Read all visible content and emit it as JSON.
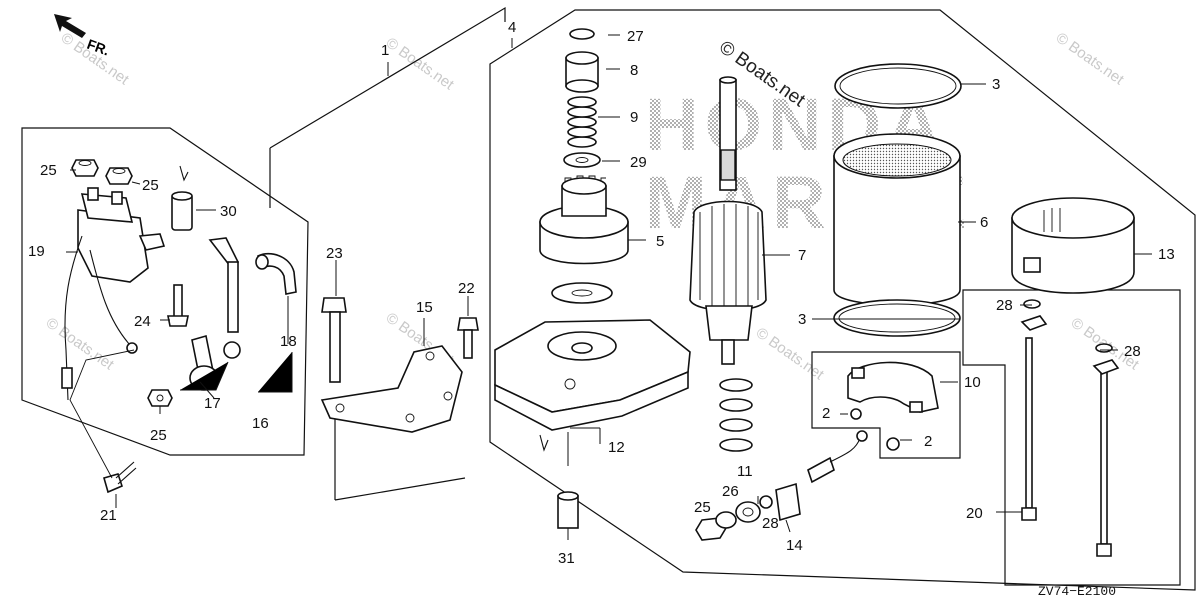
{
  "diagram": {
    "front_indicator": "FR.",
    "drawing_code": "ZV74−E2100",
    "brand_background": [
      "HONDA",
      "MARINE"
    ],
    "watermark": "© Boats.net",
    "watermark_small": "© Boats.net"
  },
  "callouts": [
    {
      "id": "c1",
      "text": "1"
    },
    {
      "id": "c2a",
      "text": "2"
    },
    {
      "id": "c2b",
      "text": "2"
    },
    {
      "id": "c3a",
      "text": "3"
    },
    {
      "id": "c3b",
      "text": "3"
    },
    {
      "id": "c4",
      "text": "4"
    },
    {
      "id": "c5",
      "text": "5"
    },
    {
      "id": "c6",
      "text": "6"
    },
    {
      "id": "c7",
      "text": "7"
    },
    {
      "id": "c8",
      "text": "8"
    },
    {
      "id": "c9",
      "text": "9"
    },
    {
      "id": "c10",
      "text": "10"
    },
    {
      "id": "c11",
      "text": "11"
    },
    {
      "id": "c12",
      "text": "12"
    },
    {
      "id": "c13",
      "text": "13"
    },
    {
      "id": "c14",
      "text": "14"
    },
    {
      "id": "c15",
      "text": "15"
    },
    {
      "id": "c16",
      "text": "16"
    },
    {
      "id": "c17",
      "text": "17"
    },
    {
      "id": "c18",
      "text": "18"
    },
    {
      "id": "c19",
      "text": "19"
    },
    {
      "id": "c20",
      "text": "20"
    },
    {
      "id": "c21",
      "text": "21"
    },
    {
      "id": "c22",
      "text": "22"
    },
    {
      "id": "c23",
      "text": "23"
    },
    {
      "id": "c24",
      "text": "24"
    },
    {
      "id": "c25a",
      "text": "25"
    },
    {
      "id": "c25b",
      "text": "25"
    },
    {
      "id": "c25c",
      "text": "25"
    },
    {
      "id": "c25d",
      "text": "25"
    },
    {
      "id": "c26",
      "text": "26"
    },
    {
      "id": "c27",
      "text": "27"
    },
    {
      "id": "c28a",
      "text": "28"
    },
    {
      "id": "c28b",
      "text": "28"
    },
    {
      "id": "c28c",
      "text": "28"
    },
    {
      "id": "c29",
      "text": "29"
    },
    {
      "id": "c30",
      "text": "30"
    },
    {
      "id": "c31",
      "text": "31"
    }
  ]
}
